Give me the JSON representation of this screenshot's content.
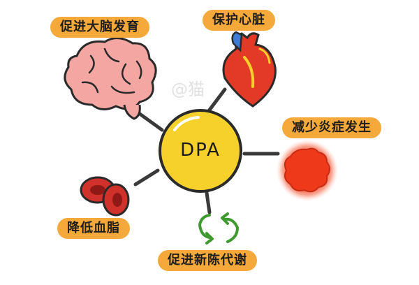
{
  "center": {
    "label": "DPA",
    "color": "#F6D12B"
  },
  "benefits": {
    "brain": "促进大脑发育",
    "heart": "保护心脏",
    "inflammation": "减少炎症发生",
    "lipids": "降低血脂",
    "metabolism": "促进新陈代谢"
  },
  "watermark": "@猫",
  "colors": {
    "pill": "#F4A93A",
    "connector": "#3a3a3a"
  },
  "icons": [
    "brain-icon",
    "heart-icon",
    "inflammation-icon",
    "red-blood-cells-icon",
    "recycle-arrows-icon"
  ]
}
